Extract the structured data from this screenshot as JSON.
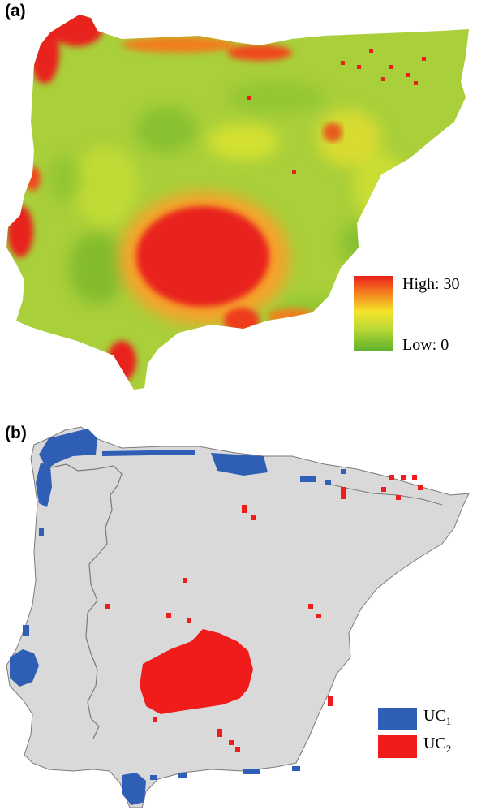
{
  "panels": [
    {
      "label": "(a)",
      "legend": {
        "high_label": "High: 30",
        "low_label": "Low: 0",
        "gradient_colors": [
          "#e8201a",
          "#f47e1e",
          "#f6e52b",
          "#b7d735",
          "#5fb22c"
        ]
      }
    },
    {
      "label": "(b)",
      "legend": [
        {
          "name": "UC",
          "subscript": "1",
          "color": "#2f5fb5"
        },
        {
          "name": "UC",
          "subscript": "2",
          "color": "#f01b1b"
        }
      ]
    }
  ],
  "colors": {
    "land_gray": "#d9d9d9",
    "border_gray": "#7a7a7a",
    "base_green": "#a9cf3a"
  }
}
